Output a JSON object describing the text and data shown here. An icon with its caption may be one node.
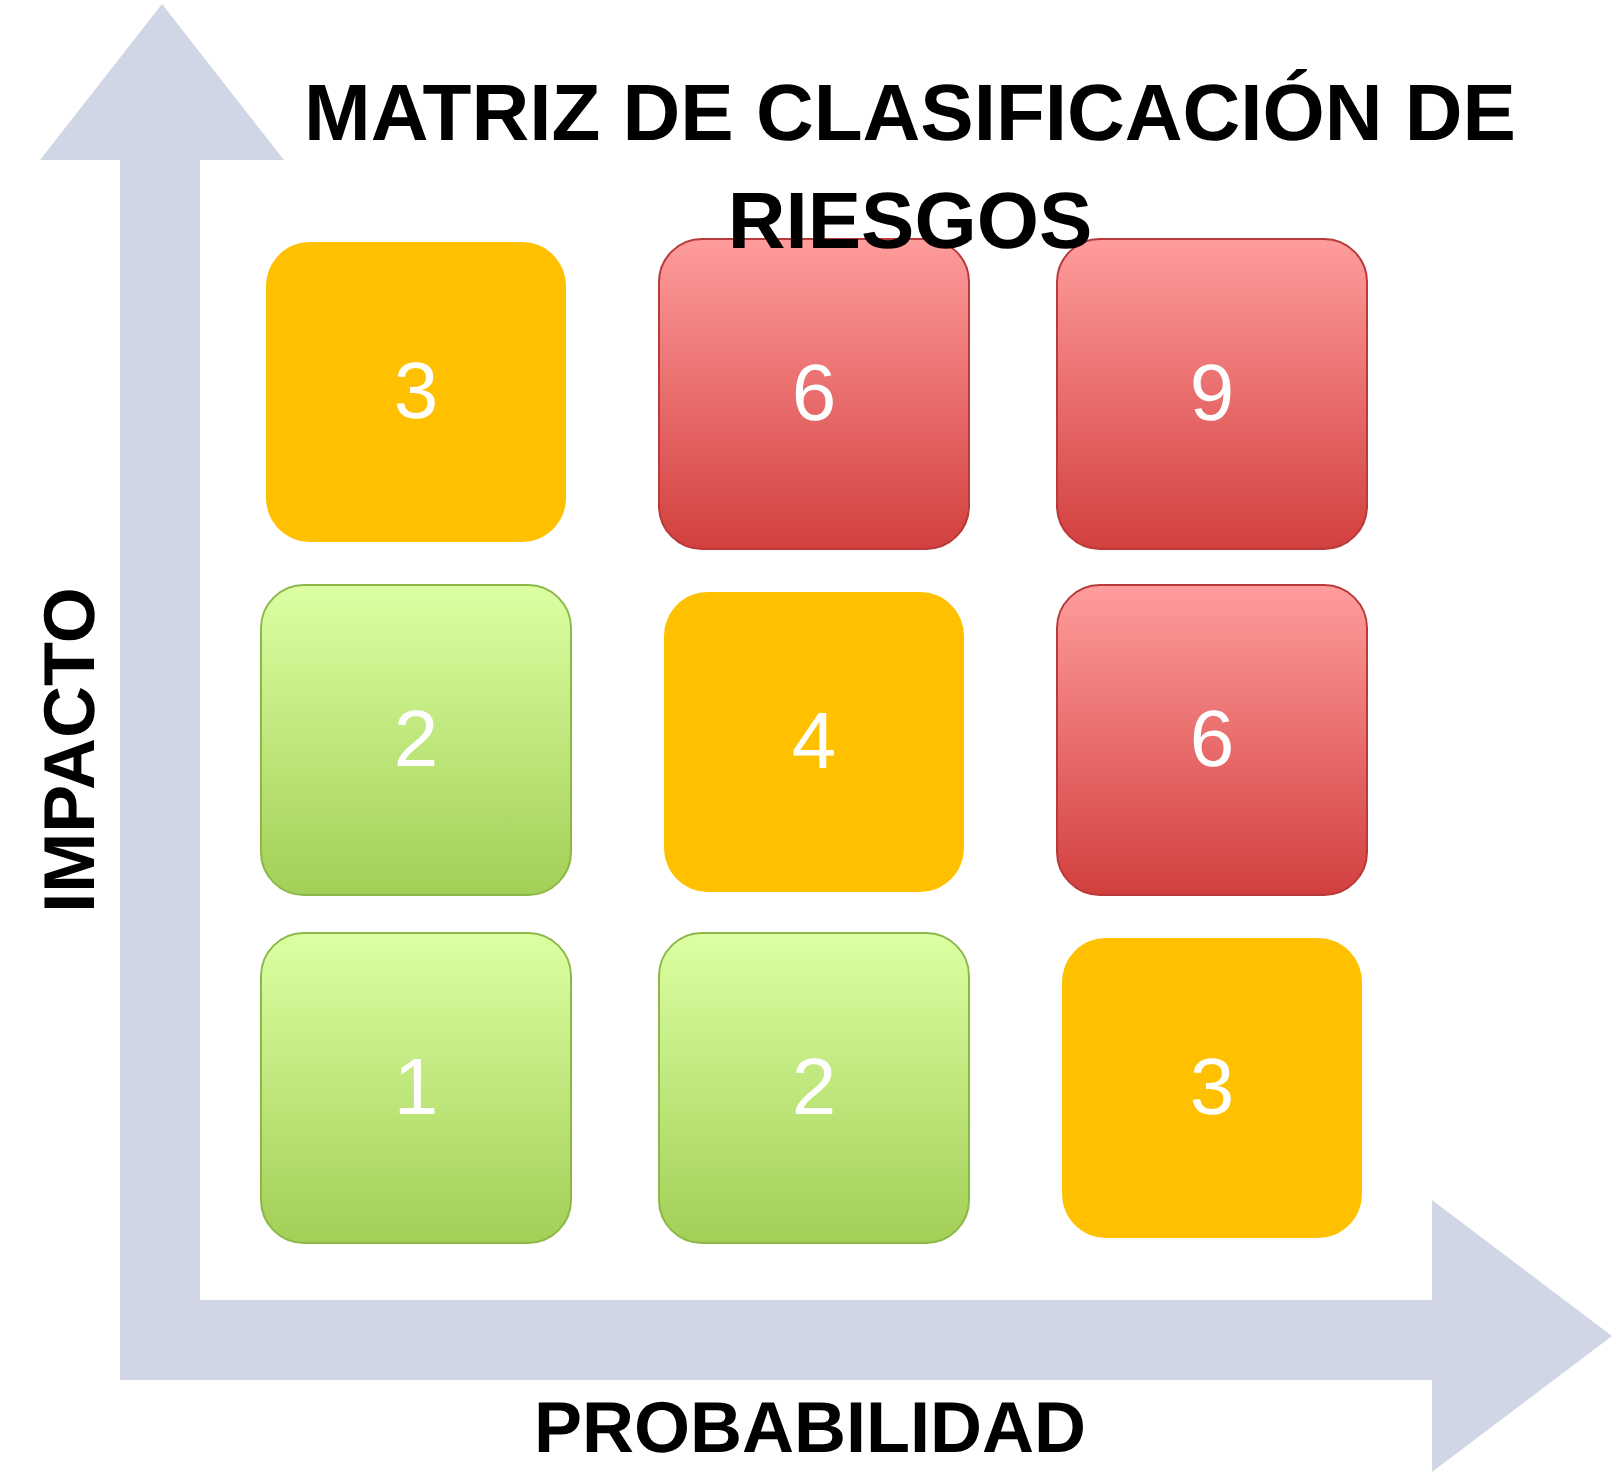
{
  "diagram": {
    "title": "MATRIZ DE CLASIFICACIÓN DE RIESGOS",
    "nodes": [
      {
        "text": [
          "3"
        ]
      },
      {
        "text": [
          "6"
        ]
      },
      {
        "text": [
          "9"
        ]
      },
      {
        "text": [
          "2"
        ]
      },
      {
        "text": [
          "4"
        ]
      },
      {
        "text": [
          "6"
        ]
      },
      {
        "text": [
          "1"
        ]
      },
      {
        "text": [
          "2"
        ]
      },
      {
        "text": [
          "3"
        ]
      }
    ],
    "labels": [
      "IMPACTO",
      "PROBABILIDAD"
    ]
  }
}
